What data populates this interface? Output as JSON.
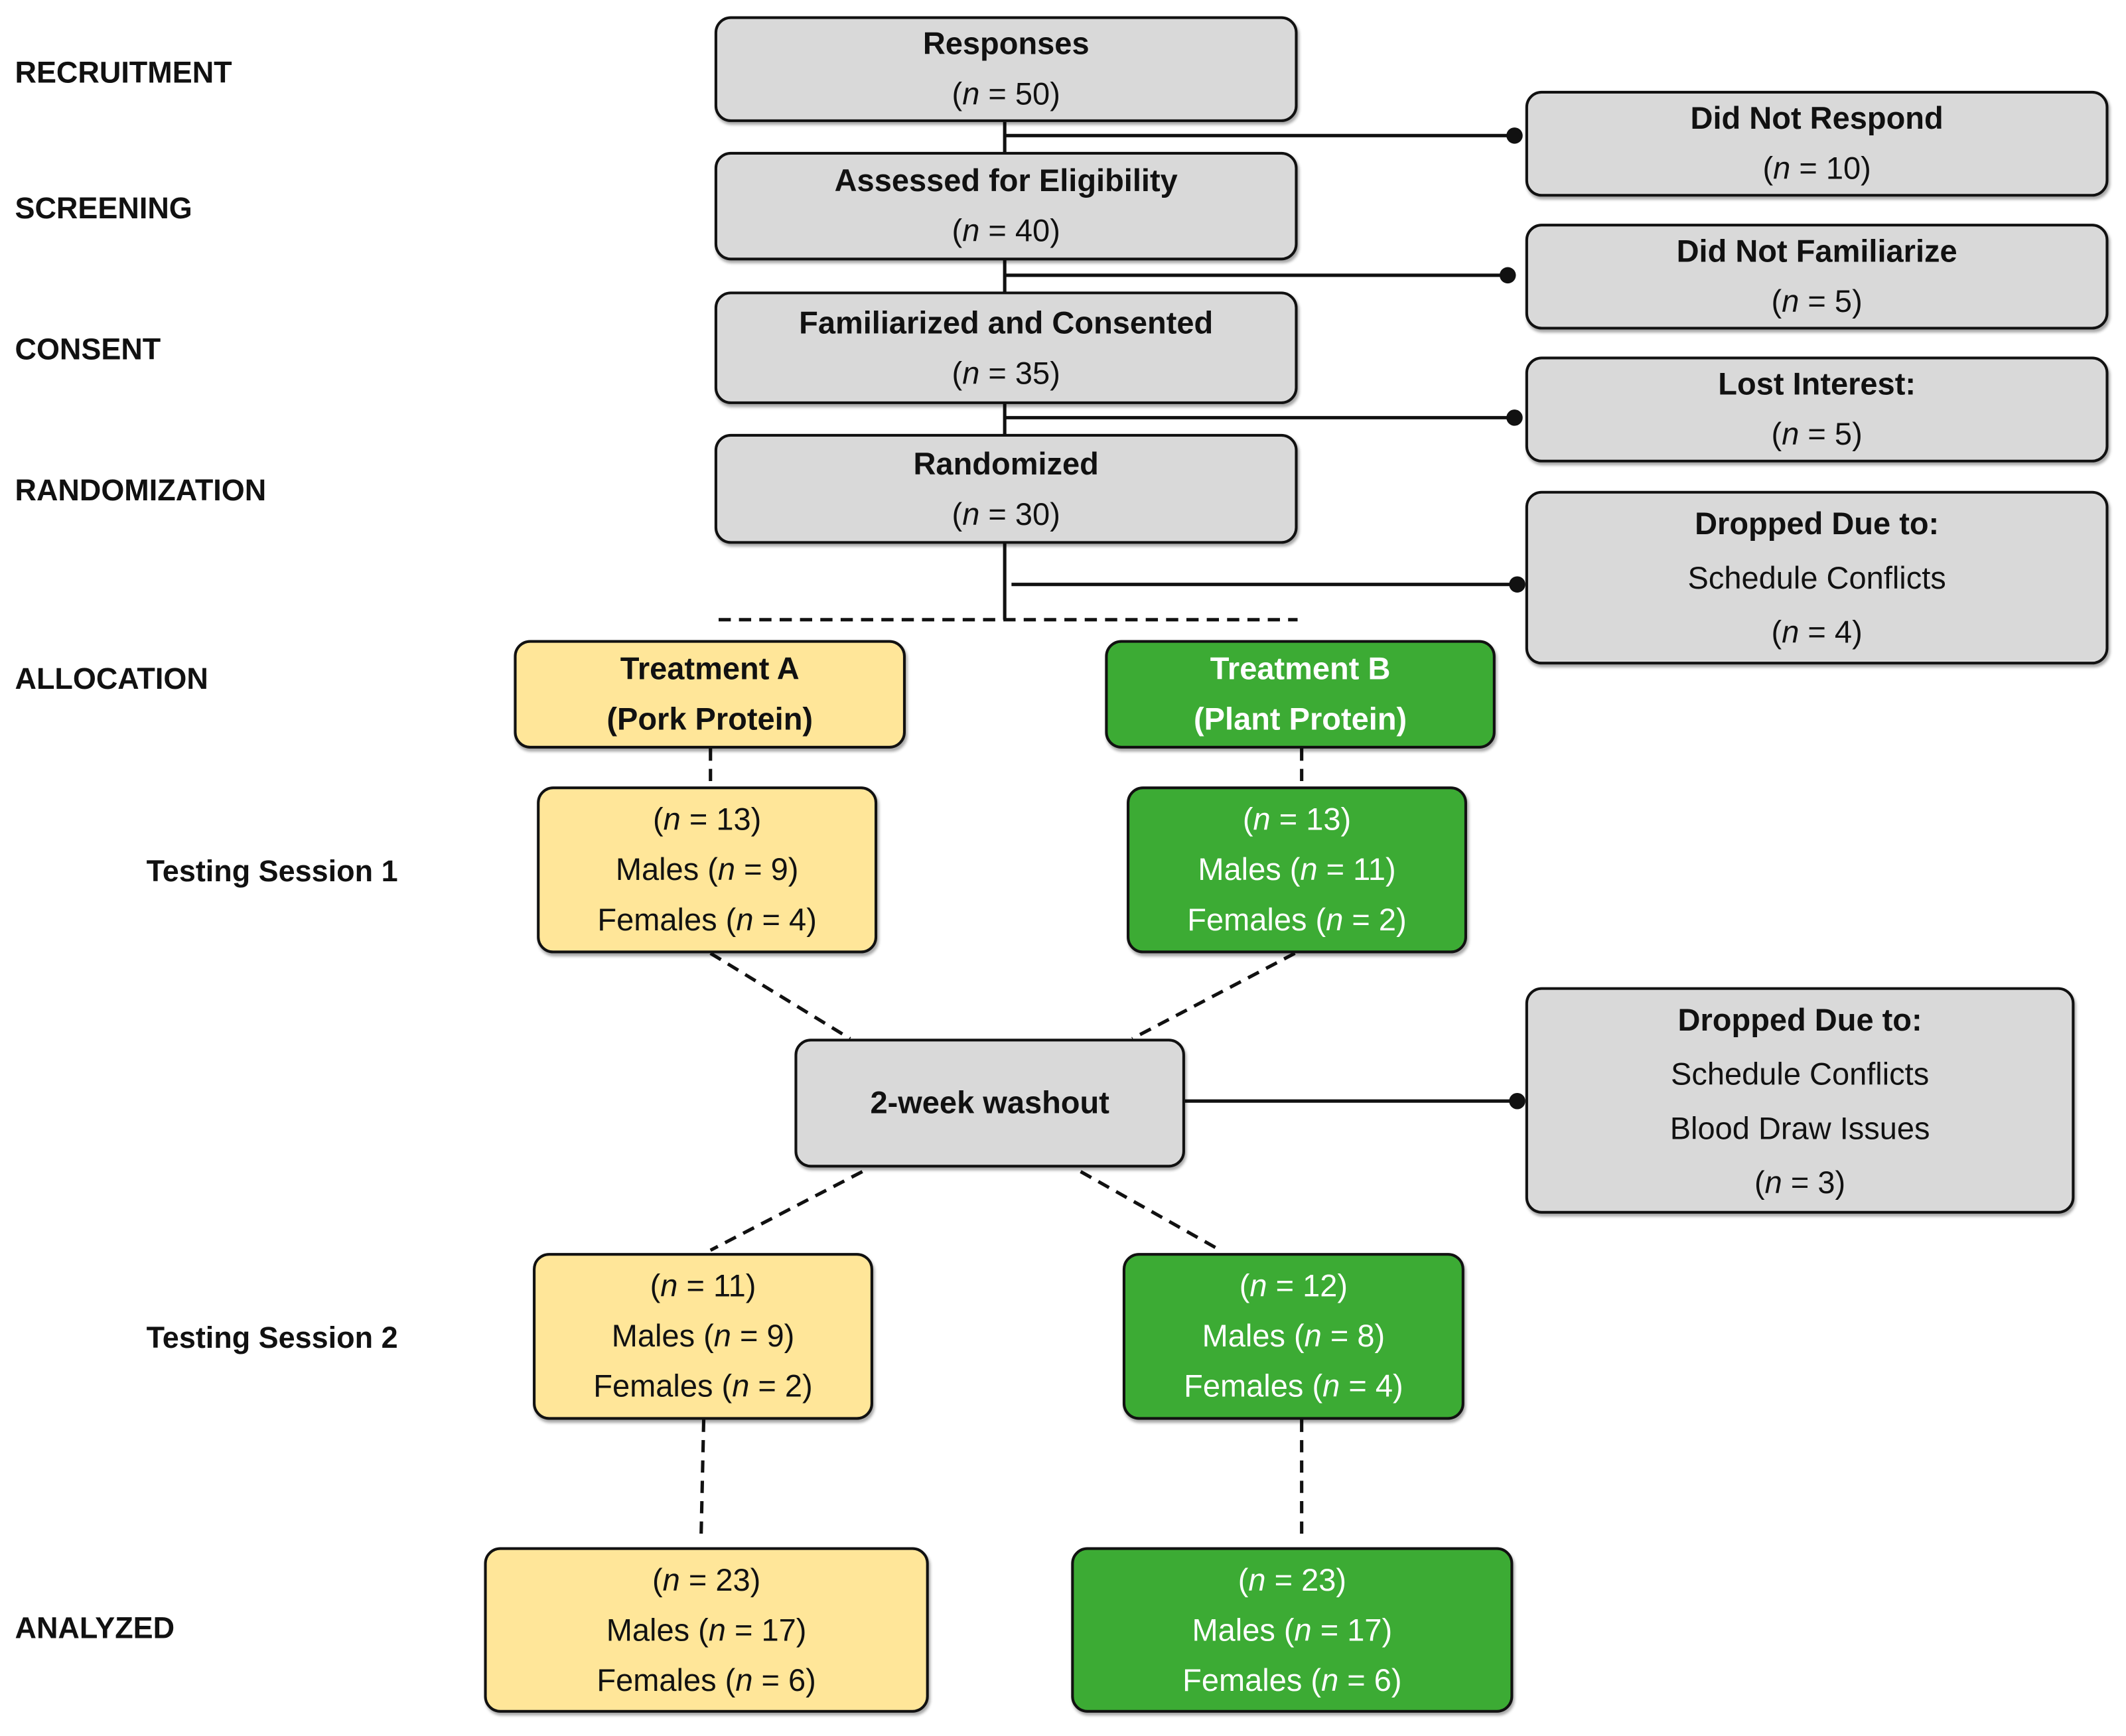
{
  "stages": {
    "recruitment": "RECRUITMENT",
    "screening": "SCREENING",
    "consent": "CONSENT",
    "randomization": "RANDOMIZATION",
    "allocation": "ALLOCATION",
    "session1": "Testing Session 1",
    "session2": "Testing Session 2",
    "analyzed": "ANALYZED"
  },
  "colors": {
    "treatment_a": "#ffe699",
    "treatment_b": "#3cab34",
    "neutral": "#d9d9d9"
  },
  "flow": {
    "responses": {
      "title": "Responses",
      "n": "(n = 50)"
    },
    "assessed": {
      "title": "Assessed for Eligibility",
      "n": "(n = 40)"
    },
    "consented": {
      "title": "Familiarized and Consented",
      "n": "(n = 35)"
    },
    "randomized": {
      "title": "Randomized",
      "n": "(n = 30)"
    },
    "washout": {
      "title": "2-week washout"
    }
  },
  "exclusions": {
    "no_response": {
      "title": "Did Not Respond",
      "n": "(n = 10)"
    },
    "no_familiarize": {
      "title": "Did Not Familiarize",
      "n": "(n = 5)"
    },
    "lost_interest": {
      "title": "Lost Interest:",
      "n": "(n = 5)"
    },
    "dropped1": {
      "title": "Dropped Due to:",
      "reason1": "Schedule Conflicts",
      "n": "(n = 4)"
    },
    "dropped2": {
      "title": "Dropped Due to:",
      "reason1": "Schedule Conflicts",
      "reason2": "Blood Draw Issues",
      "n": "(n = 3)"
    }
  },
  "treatment_a": {
    "title": "Treatment A",
    "subtitle": "(Pork Protein)",
    "session1": {
      "total": "(n = 13)",
      "males": "Males (n = 9)",
      "females": "Females (n = 4)"
    },
    "session2": {
      "total": "(n = 11)",
      "males": "Males (n = 9)",
      "females": "Females (n = 2)"
    },
    "analyzed": {
      "total": "(n = 23)",
      "males": "Males (n = 17)",
      "females": "Females (n = 6)"
    }
  },
  "treatment_b": {
    "title": "Treatment B",
    "subtitle": "(Plant Protein)",
    "session1": {
      "total": "(n = 13)",
      "males": "Males (n = 11)",
      "females": "Females (n = 2)"
    },
    "session2": {
      "total": "(n = 12)",
      "males": "Males (n = 8)",
      "females": "Females (n = 4)"
    },
    "analyzed": {
      "total": "(n = 23)",
      "males": "Males (n = 17)",
      "females": "Females (n = 6)"
    }
  }
}
